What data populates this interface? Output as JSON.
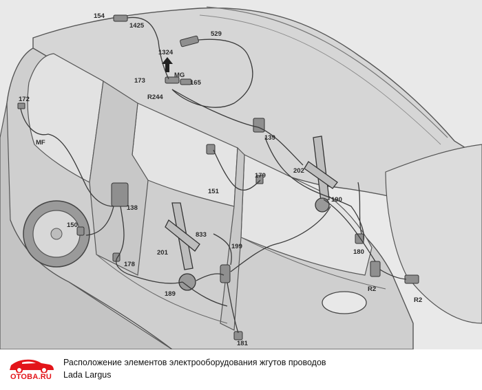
{
  "diagram": {
    "labels": [
      {
        "id": "c154",
        "text": "154"
      },
      {
        "id": "c1425",
        "text": "1425"
      },
      {
        "id": "c529",
        "text": "529"
      },
      {
        "id": "c1324",
        "text": "1324"
      },
      {
        "id": "cmg",
        "text": "MG"
      },
      {
        "id": "c173",
        "text": "173"
      },
      {
        "id": "c165",
        "text": "165"
      },
      {
        "id": "cr244",
        "text": "R244"
      },
      {
        "id": "c172",
        "text": "172"
      },
      {
        "id": "cmf",
        "text": "MF"
      },
      {
        "id": "c139",
        "text": "139"
      },
      {
        "id": "c202",
        "text": "202"
      },
      {
        "id": "c179",
        "text": "179"
      },
      {
        "id": "c151",
        "text": "151"
      },
      {
        "id": "c190",
        "text": "190"
      },
      {
        "id": "c138",
        "text": "138"
      },
      {
        "id": "c150",
        "text": "150"
      },
      {
        "id": "c833",
        "text": "833"
      },
      {
        "id": "c199",
        "text": "199"
      },
      {
        "id": "c201",
        "text": "201"
      },
      {
        "id": "c178",
        "text": "178"
      },
      {
        "id": "c180",
        "text": "180"
      },
      {
        "id": "cr2a",
        "text": "R2"
      },
      {
        "id": "cr2b",
        "text": "R2"
      },
      {
        "id": "c189",
        "text": "189"
      },
      {
        "id": "c181",
        "text": "181"
      }
    ]
  },
  "logo": {
    "text": "OTOBA.RU",
    "color": "#e3151a"
  },
  "caption": {
    "line1": "Расположение элементов электрооборудования жгутов проводов",
    "line2": "Lada Largus"
  }
}
